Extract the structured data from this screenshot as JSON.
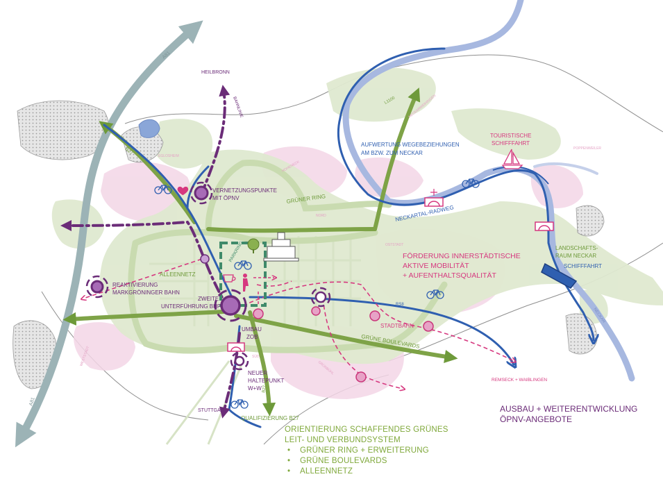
{
  "labels": {
    "a81_top": "A81",
    "a81_bottom": "A81",
    "heilbronn": "HEILBRONN",
    "bahnlinie": "BAHNLINIE",
    "b27_top": "B27",
    "b27_bottom": "B27",
    "l1100": "L1100",
    "neckarweihingen": "NECKARWEIHINGEN",
    "aufwertung": "AUFWERTUNG WEGEBEZIEHUNGEN",
    "aufwertung2": "AM BZW. ZUM NECKAR",
    "touristische": "TOURISTISCHE",
    "schifffahrt_top": "SCHIFFFAHRT",
    "poppenweiler": "POPPENWEILER",
    "eglosheim": "EGLOSHEIM",
    "hoheneck": "HOHENECK",
    "vernetzung1": "VERNETZUNGSPUNKTE",
    "vernetzung2": "MIT ÖPNV",
    "gruener_ring": "GRÜNER RING",
    "neckartal_radweg": "NECKARTAL-RADWEG",
    "nord": "NORD",
    "foerderung1": "FÖRDERUNG INNERSTÄDTISCHE",
    "foerderung2": "AKTIVE MOBILITÄT",
    "foerderung3": "+ AUFENTHALTSQUALITÄT",
    "landschaft1": "LANDSCHAFTS-",
    "landschaft2": "RAUM NECKAR",
    "schifffahrt_right": "SCHIFFFAHRT",
    "neckar": "NECKAR",
    "oststadt": "OSTSTADT",
    "parkring": "PARKRING",
    "alleennetz": "ALLEENNETZ",
    "reaktivierung1": "REAKTIVIERUNG",
    "reaktivierung2": "MARKGRÖNINGER BAHN",
    "zweite1": "ZWEITE",
    "zweite2": "UNTERFÜHRUNG BHF",
    "umbau1": "UMBAU",
    "umbau2": "ZOB",
    "rs8": "RS8",
    "stadtbahn": "STADTBAHN",
    "gruene_boulevards": "GRÜNE BOULEVARDS",
    "neuer1": "NEUER",
    "neuer2": "HALTEPUNKT",
    "neuer3": "W+W",
    "stuttgart": "STUTTGART",
    "qualifizierung": "QUALIFIZIERUNG B27",
    "remseck": "REMSECK + WAIBLINGEN",
    "grünbühl": "GRÜNBÜHL",
    "weststadt": "WESTSTADT",
    "suedstadt": "SÜD"
  },
  "legend_green": {
    "title1": "ORIENTIERUNG SCHAFFENDES GRÜNES",
    "title2": "LEIT- UND VERBUNDSYSTEM",
    "items": [
      "GRÜNER RING + ERWEITERUNG",
      "GRÜNE BOULEVARDS",
      "ALLEENNETZ"
    ]
  },
  "legend_purple": {
    "line1": "AUSBAU + WEITERENTWICKLUNG",
    "line2": "ÖPNV-ANGEBOTE"
  },
  "colors": {
    "green_dark": "#6e9a3a",
    "green_light": "#c9dbb0",
    "blue": "#2f5fb0",
    "blue_river": "#9fb3df",
    "purple": "#6b2c78",
    "pink": "#d6387f",
    "grey_road": "#9cb3b6"
  }
}
